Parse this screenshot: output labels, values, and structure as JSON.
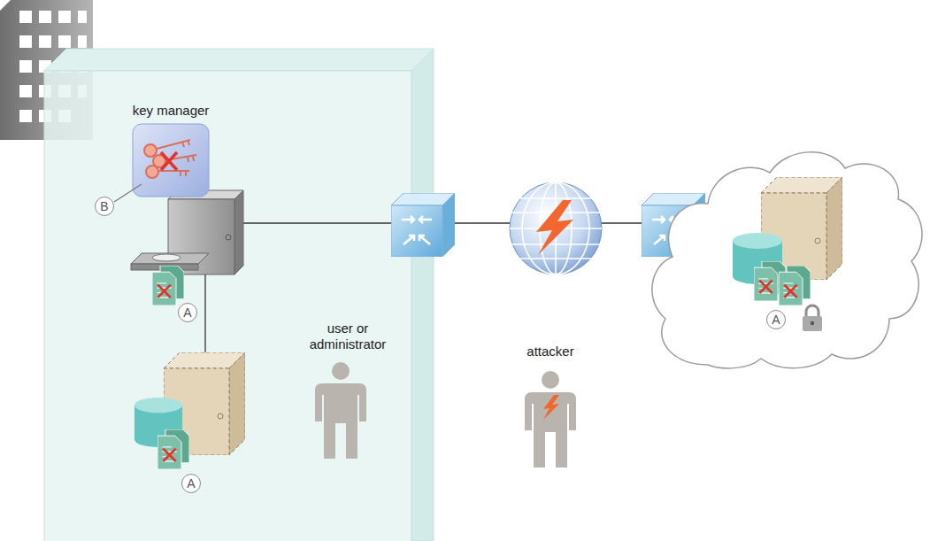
{
  "diagram": {
    "nodes": [
      {
        "text": [
          "key manager"
        ]
      }
    ],
    "labels": [
      "B",
      "A",
      "A",
      "user or administrator",
      "attacker",
      "A"
    ]
  }
}
